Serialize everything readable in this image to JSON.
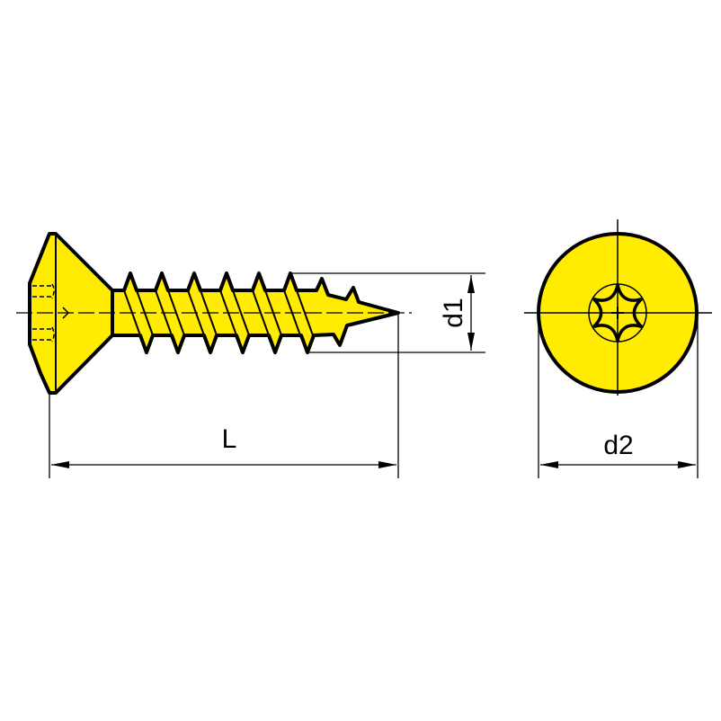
{
  "colors": {
    "fill": "#FFEC00",
    "stroke": "#000000"
  },
  "labels": {
    "length": "L",
    "thread_diameter": "d1",
    "head_diameter": "d2"
  },
  "views": [
    "side-view",
    "head-top-view"
  ],
  "drive_type": "torx-icon"
}
